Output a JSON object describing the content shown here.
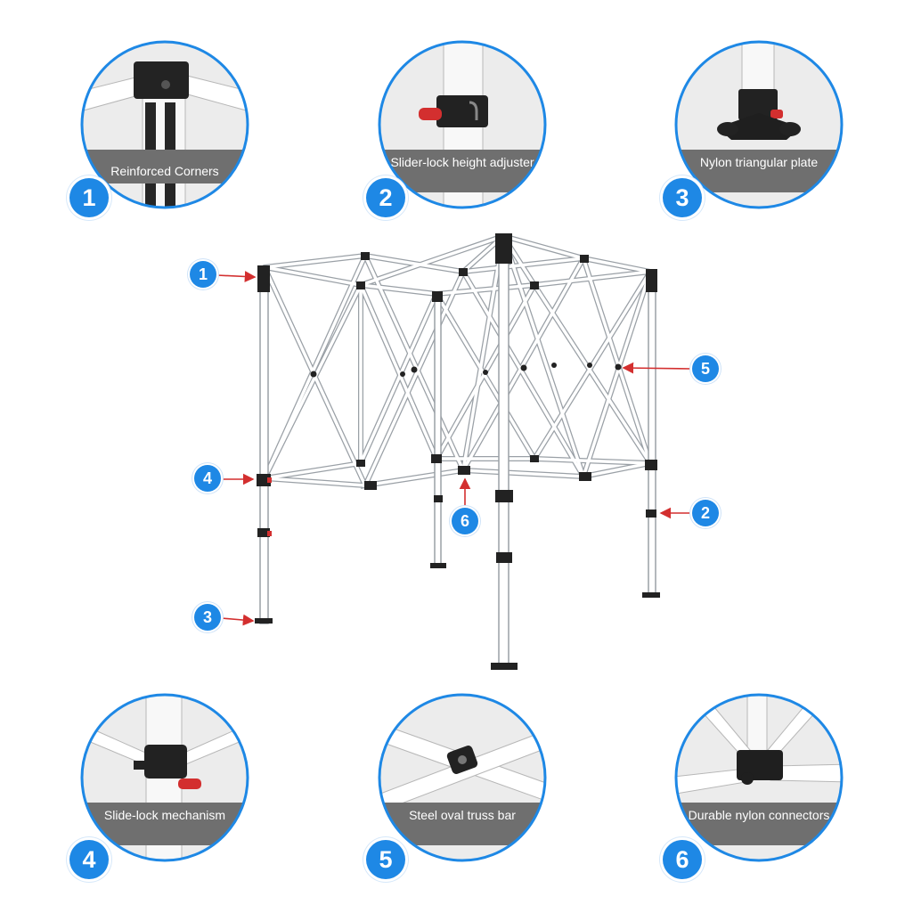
{
  "details": [
    {
      "number": "1",
      "caption": "Reinforced Corners"
    },
    {
      "number": "2",
      "caption": "Slider-lock height adjuster"
    },
    {
      "number": "3",
      "caption": "Nylon triangular plate"
    },
    {
      "number": "4",
      "caption": "Slide-lock mechanism"
    },
    {
      "number": "5",
      "caption": "Steel oval truss bar"
    },
    {
      "number": "6",
      "caption": "Durable nylon connectors"
    }
  ],
  "callouts": [
    "1",
    "4",
    "3",
    "5",
    "2",
    "6"
  ],
  "colors": {
    "badge": "#1e88e5",
    "ring": "#1e88e5",
    "caption_band": "#6f6f6f",
    "arrow": "#d32f2f",
    "frame": "#ffffff"
  }
}
